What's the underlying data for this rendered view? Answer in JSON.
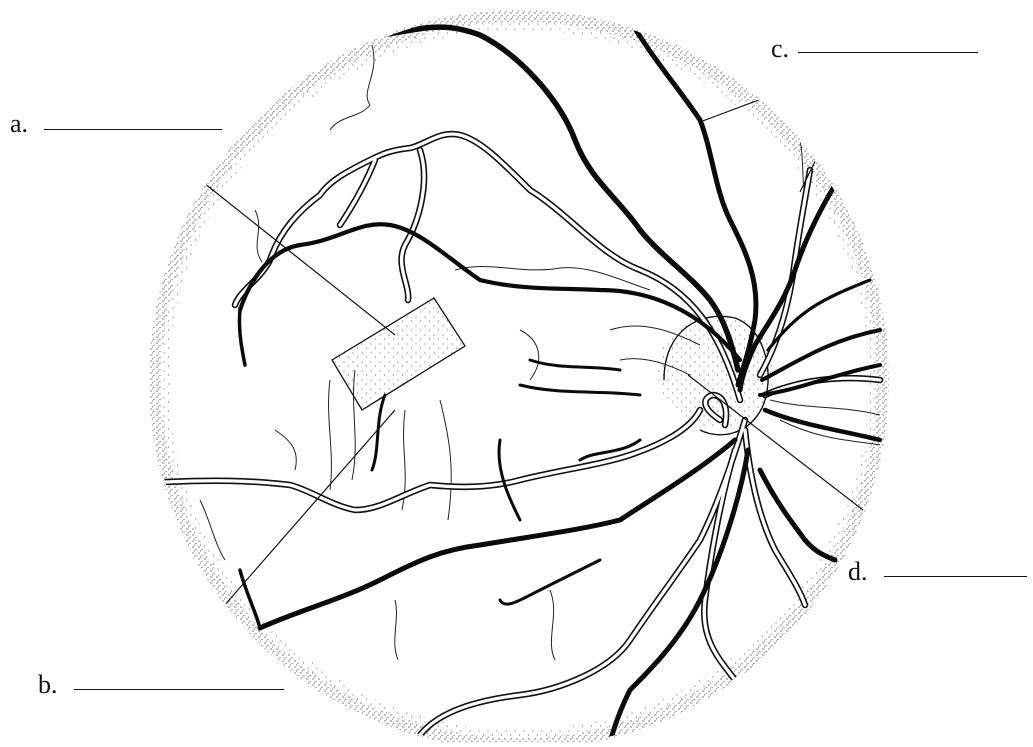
{
  "diagram": {
    "labels": [
      {
        "id": "a",
        "text": "a."
      },
      {
        "id": "b",
        "text": "b."
      },
      {
        "id": "c",
        "text": "c."
      },
      {
        "id": "d",
        "text": "d."
      }
    ]
  }
}
